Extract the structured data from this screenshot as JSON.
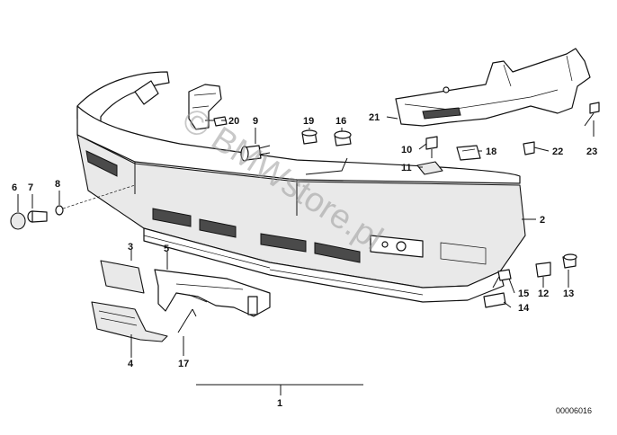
{
  "diagram": {
    "watermark": "© BMWstore.pl",
    "drawing_code": "00006016",
    "assembly_label": "1",
    "part_numbers": [
      "2",
      "3",
      "4",
      "5",
      "6",
      "7",
      "8",
      "9",
      "10",
      "11",
      "12",
      "13",
      "14",
      "15",
      "16",
      "17",
      "18",
      "19",
      "20",
      "21",
      "22",
      "23"
    ]
  },
  "colors": {
    "ink": "#111111",
    "watermark": "#9a9a9a",
    "background": "#ffffff"
  }
}
